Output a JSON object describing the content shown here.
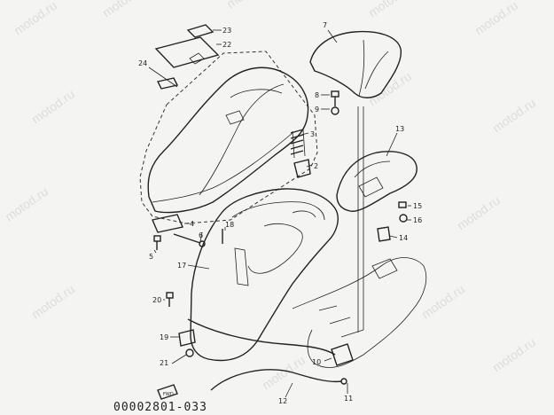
{
  "diagram": {
    "watermark": "motod.ru",
    "drawing_code": "00002801-033",
    "callouts": [
      {
        "n": "2"
      },
      {
        "n": "3"
      },
      {
        "n": "4"
      },
      {
        "n": "5"
      },
      {
        "n": "6"
      },
      {
        "n": "7"
      },
      {
        "n": "8"
      },
      {
        "n": "9"
      },
      {
        "n": "10"
      },
      {
        "n": "11"
      },
      {
        "n": "12"
      },
      {
        "n": "13"
      },
      {
        "n": "14"
      },
      {
        "n": "15"
      },
      {
        "n": "16"
      },
      {
        "n": "17"
      },
      {
        "n": "18"
      },
      {
        "n": "19"
      },
      {
        "n": "20"
      },
      {
        "n": "21"
      },
      {
        "n": "22"
      },
      {
        "n": "23"
      },
      {
        "n": "24"
      }
    ],
    "fwd_tag": "FWD"
  },
  "colors": {
    "ink": "#222222",
    "paper": "#f4f4f2",
    "watermark": "#c9c9c9"
  }
}
